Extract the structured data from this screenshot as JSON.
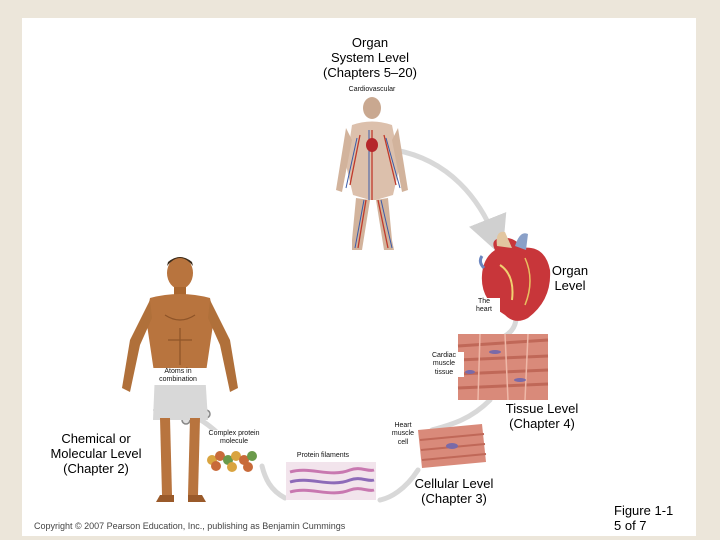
{
  "levels": {
    "organ_system": "Organ\nSystem Level\n(Chapters 5–20)",
    "organ": "Organ\nLevel",
    "tissue": "Tissue Level\n(Chapter 4)",
    "cellular": "Cellular Level\n(Chapter 3)",
    "chemical": "Chemical or\nMolecular Level\n(Chapter 2)"
  },
  "callouts": {
    "cardiovascular": "Cardiovascular",
    "the_heart": "The\nheart",
    "cardiac_tissue": "Cardiac\nmuscle\ntissue",
    "heart_cell": "Heart\nmuscle\ncell",
    "protein_filaments": "Protein filaments",
    "complex_protein": "Complex protein\nmolecule",
    "atoms": "Atoms in\ncombination"
  },
  "footer": {
    "copyright": "Copyright © 2007 Pearson Education, Inc., publishing as Benjamin Cummings",
    "figure": "Figure 1-1\n5 of 7"
  },
  "colors": {
    "background": "#ece6da",
    "panel": "#ffffff",
    "skin": "#b8743e",
    "muscle": "#d98a7a",
    "heart": "#c8363a",
    "arrow": "#d8d8d8"
  }
}
